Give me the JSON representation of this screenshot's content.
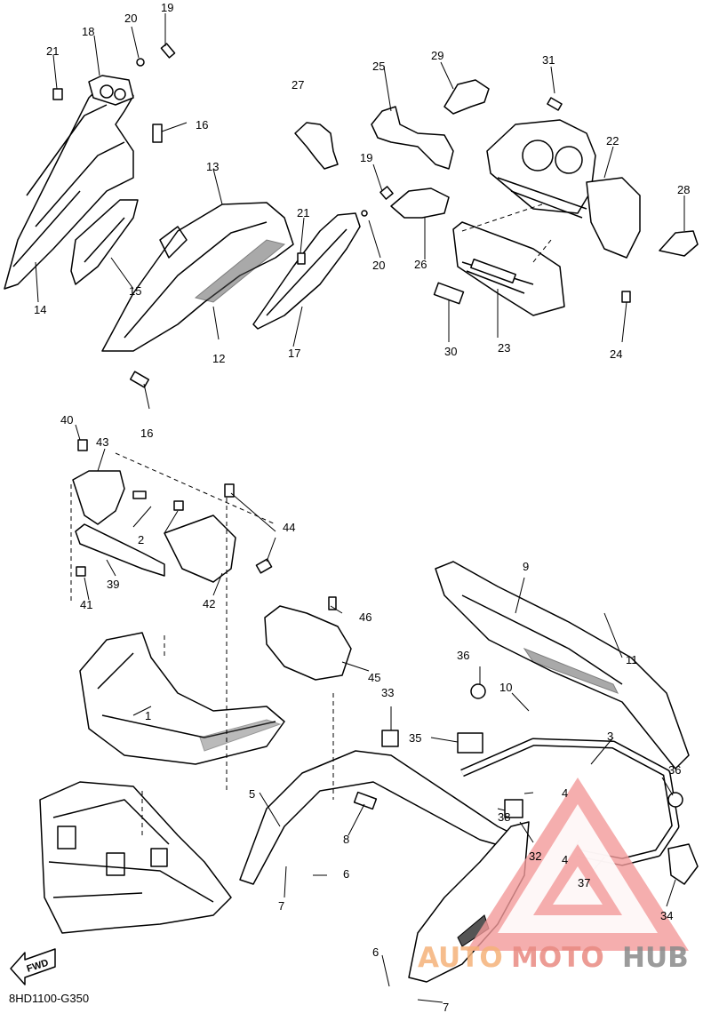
{
  "diagram_code": "8HD1100-G350",
  "fwd_label": "FWD",
  "watermark": {
    "part1": "AUTO",
    "part2": "MOTO",
    "part3": "HUB"
  },
  "callouts": [
    "1",
    "2",
    "3",
    "4",
    "5",
    "6",
    "7",
    "8",
    "9",
    "10",
    "11",
    "12",
    "13",
    "14",
    "15",
    "16",
    "17",
    "18",
    "19",
    "20",
    "21",
    "22",
    "23",
    "24",
    "25",
    "26",
    "27",
    "28",
    "29",
    "30",
    "31",
    "32",
    "33",
    "34",
    "35",
    "36",
    "37",
    "38",
    "39",
    "40",
    "41",
    "42",
    "43",
    "44",
    "45",
    "46"
  ],
  "extra_callouts": [
    "4",
    "6",
    "7",
    "16",
    "19",
    "20",
    "21",
    "36"
  ]
}
